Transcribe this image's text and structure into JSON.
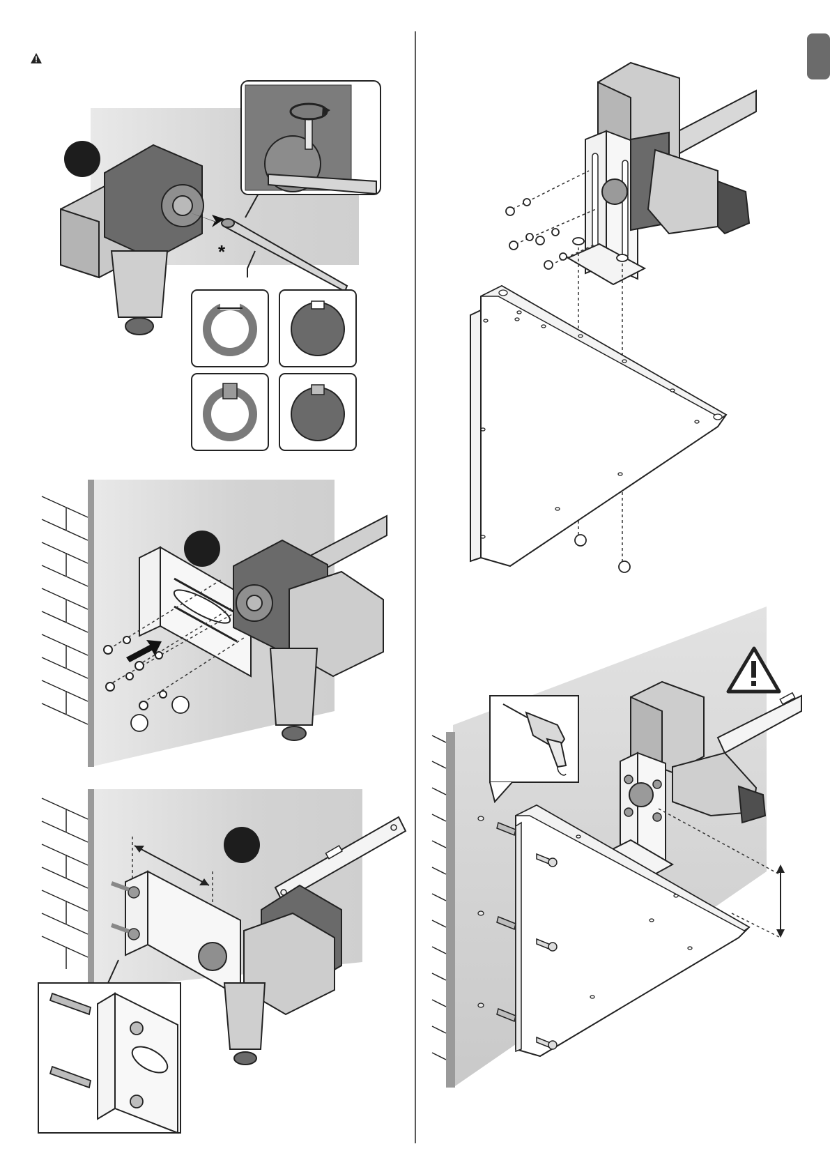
{
  "page": {
    "background": "#ffffff",
    "panel_gray": "#cfcfcf",
    "dark_gray": "#6a6a6a",
    "mid_gray": "#8c8c8c",
    "light_gray": "#b5b5b5",
    "ink": "#222222",
    "tab_color": "#6b6b6b"
  },
  "header": {
    "warning_icon": "warning-triangle-icon"
  },
  "figures": {
    "fig_shaft": {
      "badge": "",
      "marker": "*",
      "icon": "hex-screw-rotate-icon"
    },
    "fig_wall_bracket": {
      "badge": ""
    },
    "fig_level": {
      "badge": ""
    },
    "fig_plate": {},
    "fig_drill": {
      "warning_icon": "warning-triangle-icon",
      "tool_icon": "drill-icon"
    }
  },
  "shaft_profiles": [
    {
      "name": "hollow-shaft-d-profile",
      "style": "ring-flat"
    },
    {
      "name": "solid-shaft-keyway",
      "style": "solid-notch"
    },
    {
      "name": "hollow-shaft-key",
      "style": "ring-key"
    },
    {
      "name": "solid-shaft-key",
      "style": "solid-key"
    }
  ]
}
